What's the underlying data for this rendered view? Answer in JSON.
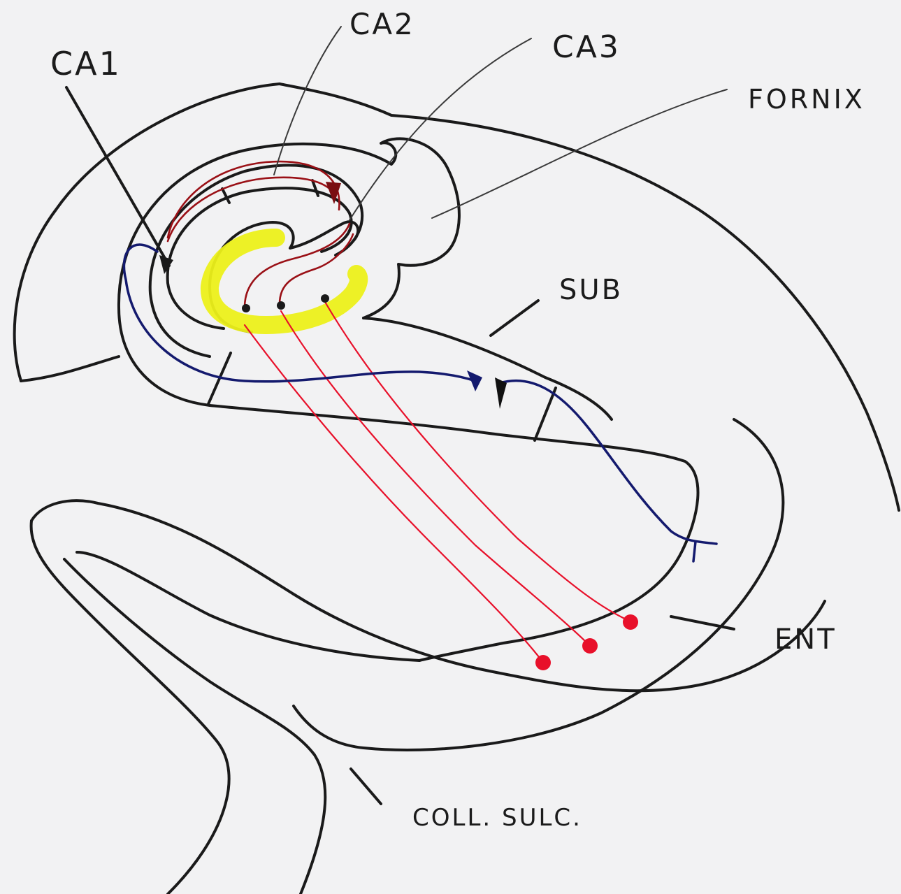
{
  "labels": {
    "ca1": "CA1",
    "ca2": "CA2",
    "ca3": "CA3",
    "fornix": "FORNIX",
    "sub": "SUB",
    "ent": "ENT",
    "coll_sulc": "COLL. SULC."
  },
  "colors": {
    "background": "#f2f2f3",
    "ink": "#1a1a1a",
    "projection_red": "#e8102a",
    "dark_red": "#9a1016",
    "pathway_blue": "#141a6e",
    "dentate_yellow": "#ecf01a"
  }
}
